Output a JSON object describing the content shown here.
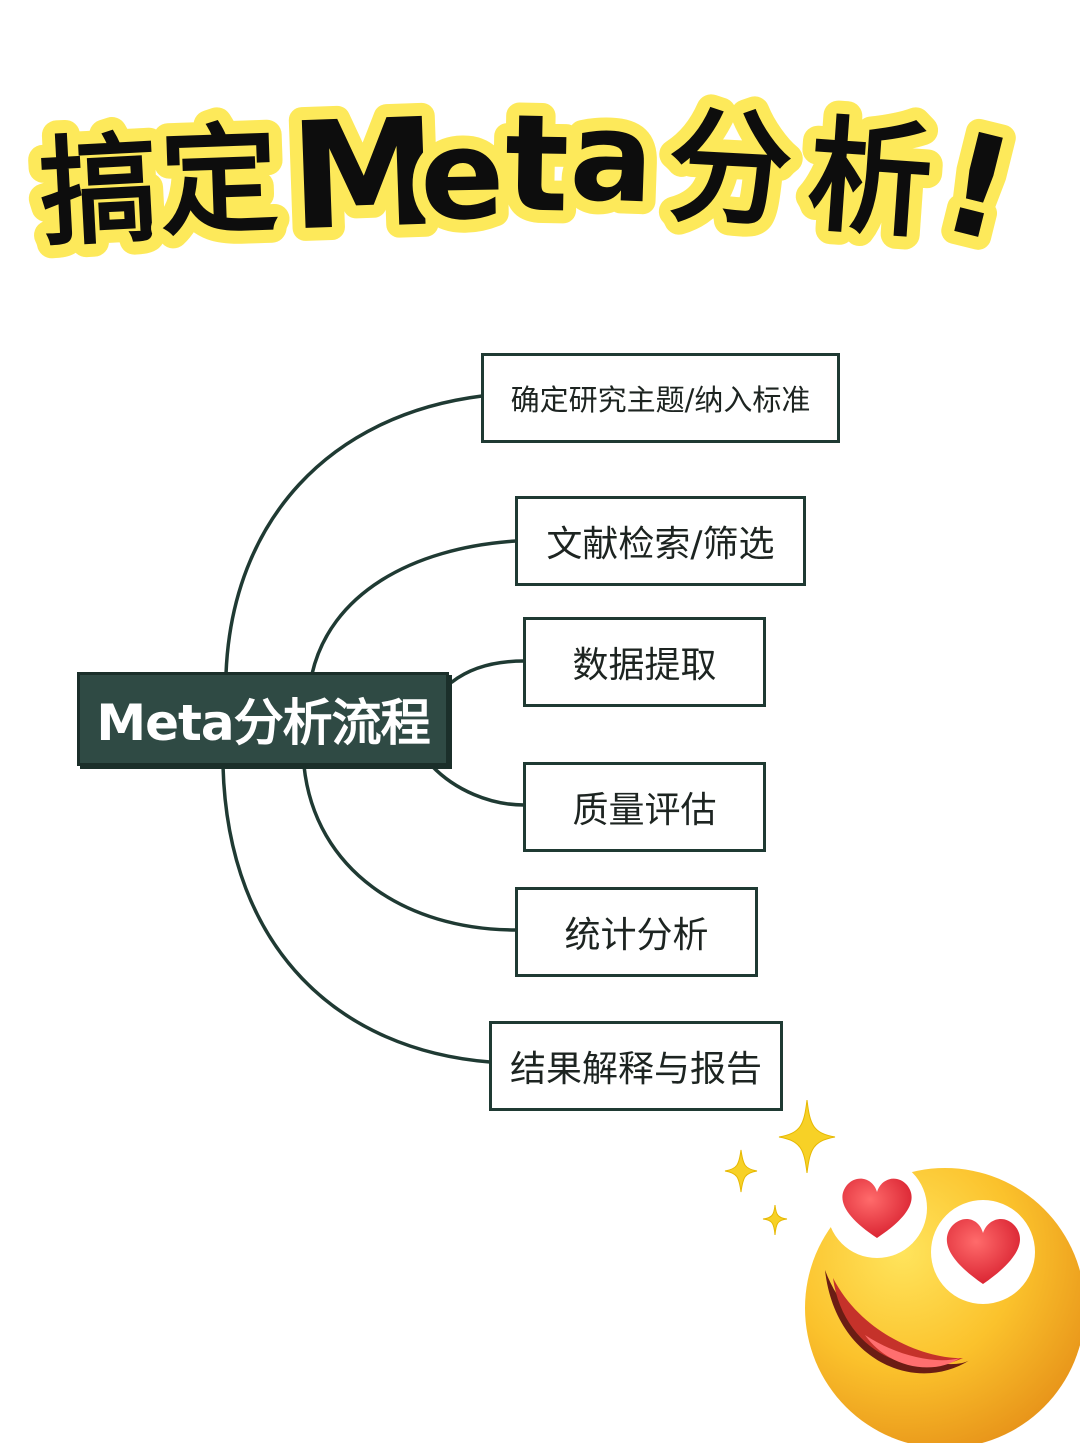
{
  "title": {
    "glyphs": [
      "搞",
      "定",
      "M",
      "e",
      "t",
      "a",
      "分",
      "析",
      "!"
    ],
    "highlight_color": "#fde95a",
    "text_color": "#0d0d0d"
  },
  "mindmap": {
    "center": {
      "label": "Meta分析流程",
      "bg_color": "#2f4a44"
    },
    "branches": [
      {
        "label": "确定研究主题/纳入标准"
      },
      {
        "label": "文献检索/筛选"
      },
      {
        "label": "数据提取"
      },
      {
        "label": "质量评估"
      },
      {
        "label": "统计分析"
      },
      {
        "label": "结果解释与报告"
      }
    ],
    "line_color": "#1f3a33"
  },
  "decorations": {
    "emoji": "heart-eyes-face-icon",
    "sparkles": "sparkle-icon",
    "sparkle_color": "#f7d126"
  }
}
